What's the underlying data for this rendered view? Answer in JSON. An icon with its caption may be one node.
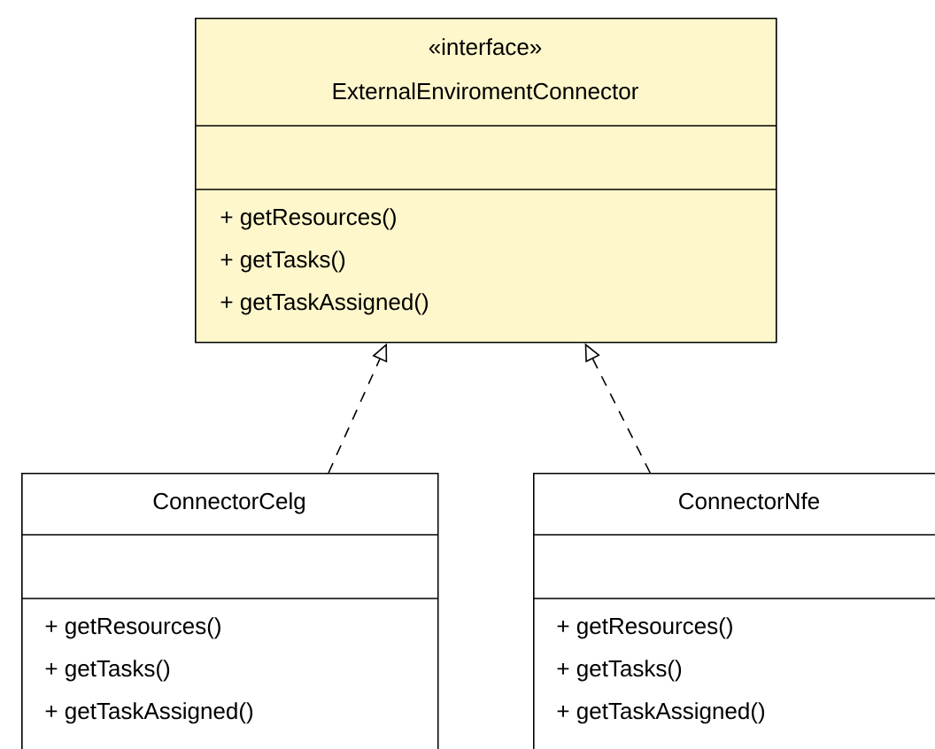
{
  "diagram": {
    "nodes": [
      {
        "text": [
          "«interface»",
          "ExternalEnviromentConnector",
          "+ getResources()",
          "+ getTasks()",
          "+ getTaskAssigned()"
        ]
      },
      {
        "text": [
          "ConnectorCelg",
          "+ getResources()",
          "+ getTasks()",
          "+ getTaskAssigned()"
        ]
      },
      {
        "text": [
          "ConnectorNfe",
          "+ getResources()",
          "+ getTasks()",
          "+ getTaskAssigned()"
        ]
      }
    ],
    "edges": [
      {
        "from": 1,
        "to": 0,
        "arrow": "to",
        "style": "dashed"
      },
      {
        "from": 2,
        "to": 0,
        "arrow": "to",
        "style": "dashed"
      }
    ]
  }
}
